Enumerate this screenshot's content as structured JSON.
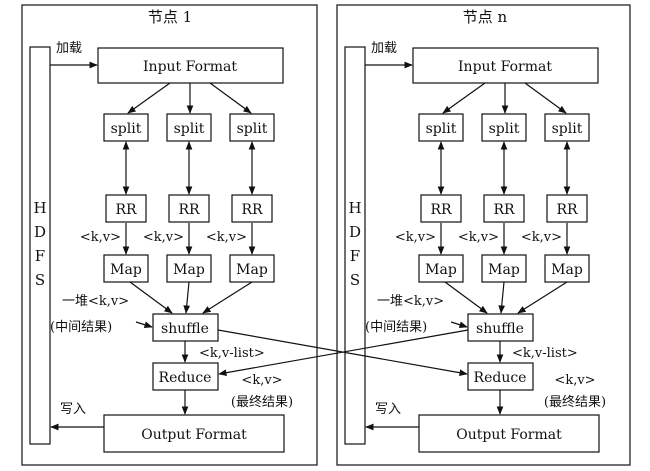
{
  "nodes": [
    {
      "title": "节点 1",
      "hdfs_letters": [
        "H",
        "D",
        "F",
        "S"
      ],
      "input_format": "Input Format",
      "output_format": "Output Format",
      "load_label": "加载",
      "write_label": "写入",
      "splits": [
        "split",
        "split",
        "split"
      ],
      "rrs": [
        "RR",
        "RR",
        "RR"
      ],
      "maps": [
        "Map",
        "Map",
        "Map"
      ],
      "kv_labels": [
        "<k,v>",
        "<k,v>",
        "<k,v>"
      ],
      "pile_label": "一堆<k,v>",
      "intermediate_label": "(中间结果)",
      "shuffle": "shuffle",
      "kv_list_label": "<k,v-list>",
      "reduce": "Reduce",
      "final_kv_label": "<k,v>",
      "final_result_label": "(最终结果)"
    },
    {
      "title": "节点 n",
      "hdfs_letters": [
        "H",
        "D",
        "F",
        "S"
      ],
      "input_format": "Input Format",
      "output_format": "Output Format",
      "load_label": "加载",
      "write_label": "写入",
      "splits": [
        "split",
        "split",
        "split"
      ],
      "rrs": [
        "RR",
        "RR",
        "RR"
      ],
      "maps": [
        "Map",
        "Map",
        "Map"
      ],
      "kv_labels": [
        "<k,v>",
        "<k,v>",
        "<k,v>"
      ],
      "pile_label": "一堆<k,v>",
      "intermediate_label": "(中间结果)",
      "shuffle": "shuffle",
      "kv_list_label": "<k,v-list>",
      "reduce": "Reduce",
      "final_kv_label": "<k,v>",
      "final_result_label": "(最终结果)"
    }
  ]
}
